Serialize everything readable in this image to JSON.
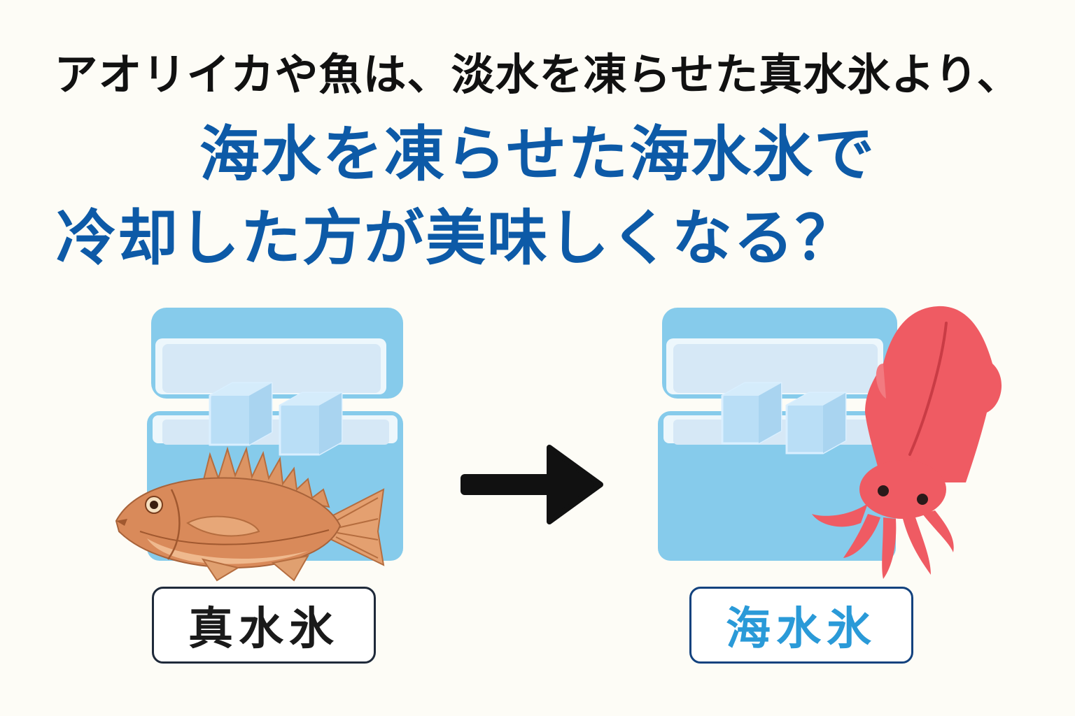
{
  "headline": {
    "line1": "アオリイカや魚は、淡水を凍らせた真水氷より、",
    "line2": "海水を凍らせた海水氷で",
    "line3": "冷却した方が美味しくなる？"
  },
  "left_panel": {
    "label": "真水氷",
    "icons": [
      "cooler-box-icon",
      "ice-cube-icon",
      "fish-icon"
    ]
  },
  "right_panel": {
    "label": "海水氷",
    "icons": [
      "cooler-box-icon",
      "ice-cube-icon",
      "squid-icon"
    ]
  },
  "arrow": "arrow-right-icon",
  "colors": {
    "background": "#fdfcf6",
    "headline_primary": "#0d5aa7",
    "headline_secondary": "#111111",
    "cooler": "#86cbeb",
    "squid": "#ef5b63",
    "fish": "#d98a5a",
    "sea_label_text": "#2a9ad8"
  }
}
